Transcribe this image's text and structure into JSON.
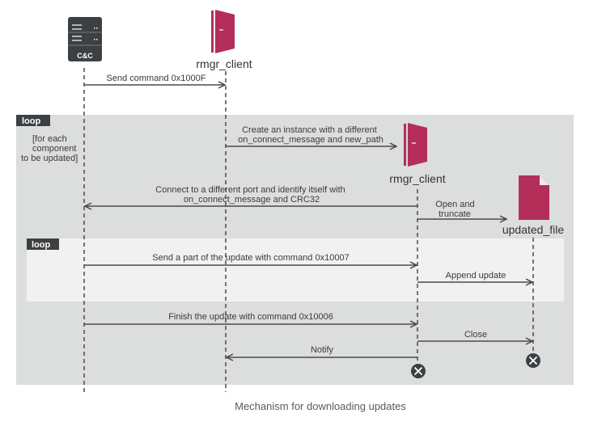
{
  "actors": {
    "cc": "C&C",
    "client1": "rmgr_client",
    "client2": "rmgr_client",
    "file": "updated_file"
  },
  "frames": {
    "outer_loop": {
      "tag": "loop",
      "guard": [
        "[for each",
        "component",
        "to be updated]"
      ]
    },
    "inner_loop": {
      "tag": "loop"
    }
  },
  "messages": {
    "m1": "Send command 0x1000F",
    "m2": [
      "Create an instance with a different",
      "on_connect_message and new_path"
    ],
    "m3": [
      "Connect to a different port and identify itself with",
      "on_connect_message and CRC32"
    ],
    "m4": [
      "Open and",
      "truncate"
    ],
    "m5": "Send a part of the update with command 0x10007",
    "m6": "Append update",
    "m7": "Finish the update with command 0x10006",
    "m8": "Close",
    "m9": "Notify"
  },
  "caption": "Mechanism for downloading updates",
  "colors": {
    "outer_frame": "#dcdedd",
    "inner_frame": "#f1f1f1",
    "frame_tag": "#3d4043",
    "accent": "#b32f5a",
    "server": "#3d4043",
    "line": "#4a4a4a"
  }
}
